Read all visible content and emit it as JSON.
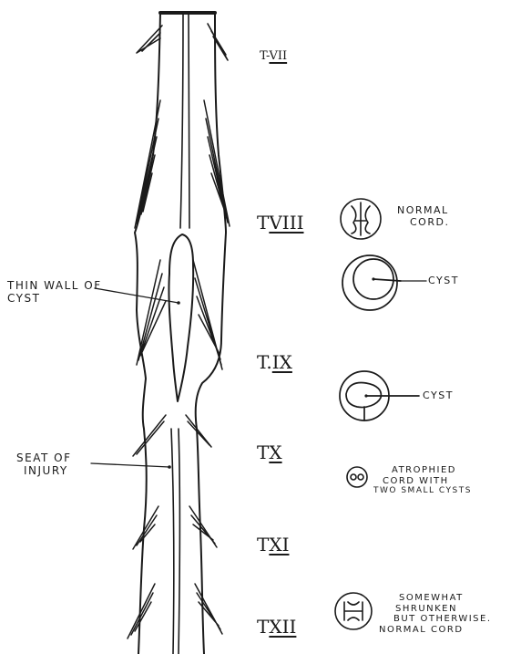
{
  "segments": [
    {
      "prefix": "T-",
      "num": "VII"
    },
    {
      "prefix": "T",
      "num": "VIII"
    },
    {
      "prefix": "T.",
      "num": "IX"
    },
    {
      "prefix": "T",
      "num": "X"
    },
    {
      "prefix": "T",
      "num": "XI"
    },
    {
      "prefix": "T",
      "num": "XII"
    }
  ],
  "left_labels": {
    "thin_wall_line1": "THIN WALL OF",
    "thin_wall_line2": "CYST",
    "seat_line1": "SEAT OF",
    "seat_line2": "INJURY"
  },
  "sections": {
    "normal_line1": "NORMAL",
    "normal_line2": "CORD.",
    "cyst_a": "CYST",
    "cyst_b": "CYST",
    "atrophied_line1": "ATROPHIED",
    "atrophied_line2": "CORD WITH",
    "atrophied_line3": "TWO SMALL CYSTS",
    "shrunken_line1": "SOMEWHAT",
    "shrunken_line2": "SHRUNKEN",
    "shrunken_line3": "BUT OTHERWISE.",
    "shrunken_line4": "NORMAL CORD"
  },
  "colors": {
    "ink": "#1a1a1a",
    "background": "#ffffff"
  }
}
